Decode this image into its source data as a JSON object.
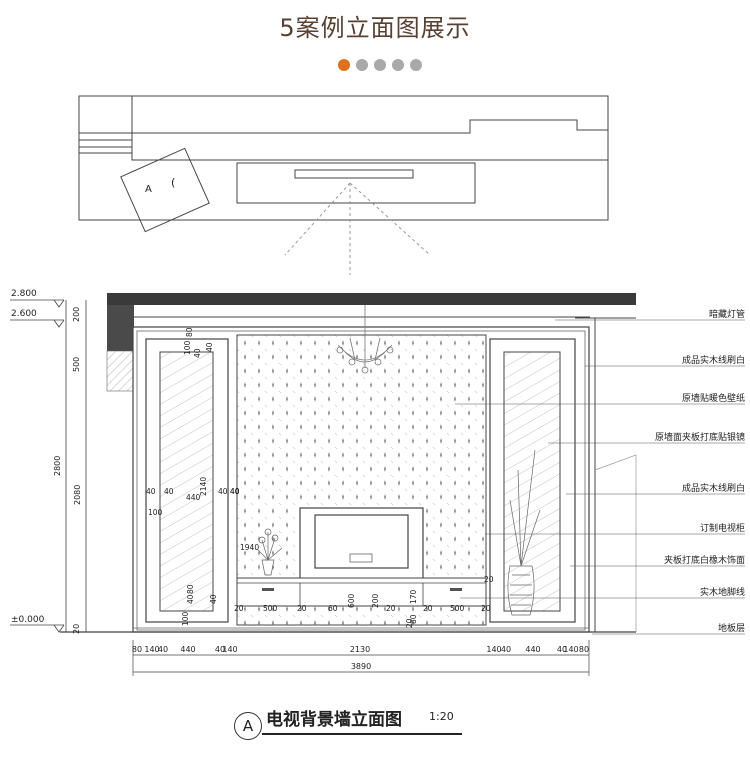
{
  "header": {
    "title": "5案例立面图展示"
  },
  "carousel": {
    "count": 5,
    "active_index": 0,
    "active_color": "#e0701e",
    "inactive_color": "#a9a9a9"
  },
  "plan": {
    "marker_a": "A"
  },
  "elevation": {
    "levels": [
      "2.800",
      "2.600",
      "±0.000"
    ],
    "left_dims": [
      "200",
      "500",
      "2800",
      "2080",
      "20"
    ],
    "inner_dims": [
      "80",
      "100",
      "40",
      "40",
      "2140",
      "40",
      "40",
      "40",
      "440",
      "40",
      "100",
      "1940",
      "40",
      "100",
      "80",
      "40",
      "40"
    ],
    "cabinet_dims": [
      "20",
      "500",
      "20",
      "60",
      "600",
      "200",
      "170",
      "20",
      "20",
      "500",
      "20",
      "20",
      "20",
      "80"
    ],
    "callouts": [
      "暗藏灯管",
      "成品实木线刷白",
      "原墙贴暖色壁纸",
      "原墙面夹板打底贴银镜",
      "成品实木线刷白",
      "订制电视柜",
      "夹板打底白橡木饰面",
      "实木地脚线",
      "地板层"
    ],
    "bottom_dims": [
      "80",
      "140",
      "40",
      "440",
      "40",
      "140",
      "2130",
      "140",
      "40",
      "440",
      "40",
      "140",
      "80"
    ],
    "total_width": "3890"
  },
  "caption": {
    "letter": "A",
    "title": "电视背景墙立面图",
    "scale": "1:20"
  }
}
